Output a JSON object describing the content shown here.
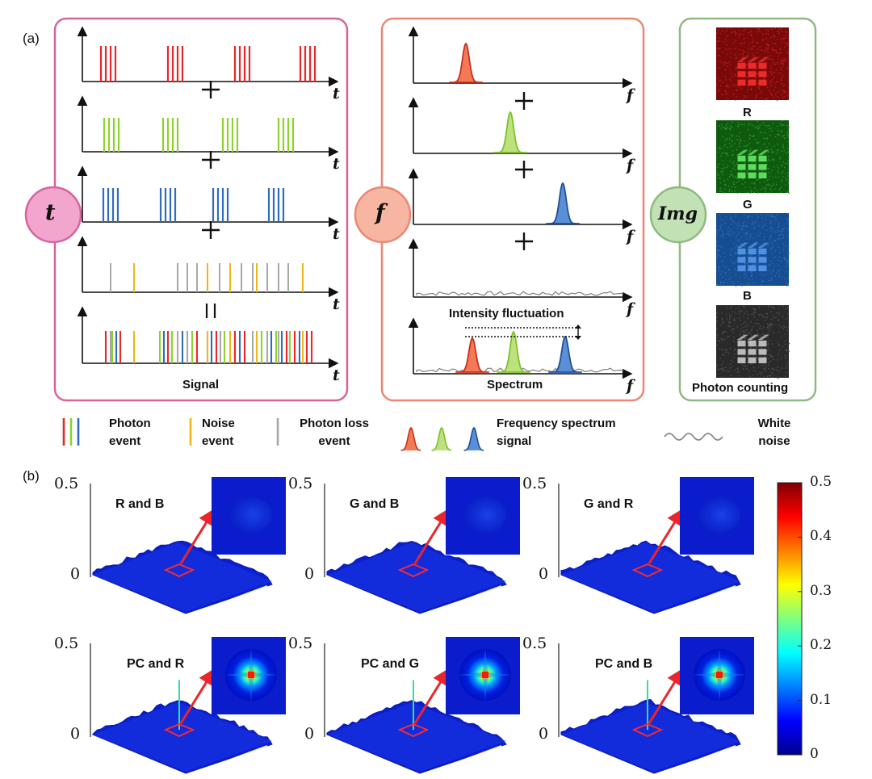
{
  "panel_labels": {
    "a": "(a)",
    "b": "(b)"
  },
  "domains": {
    "time": "t",
    "freq": "f",
    "img": "Img"
  },
  "axis_symbols": {
    "t": "t",
    "f": "f"
  },
  "operators": {
    "plus": "+",
    "equals": "||"
  },
  "time_panel": {
    "signal_label": "Signal"
  },
  "freq_panel": {
    "fluctuation_label": "Intensity fluctuation",
    "spectrum_label": "Spectrum"
  },
  "img_panel": {
    "labels": [
      "R",
      "G",
      "B",
      "Photon counting"
    ]
  },
  "legend": {
    "photon_event": "Photon event",
    "noise_event": "Noise event",
    "loss_event": "Photon loss event",
    "spectrum_signal": "Frequency spectrum signal",
    "white_noise": "White noise"
  },
  "colors": {
    "red": "#e8262b",
    "green": "#8fd130",
    "blue": "#2f6cc0",
    "yellow": "#f2b518",
    "gray": "#a8a8a8",
    "time_box": "#d6649e",
    "time_fill": "#f3a6cd",
    "freq_box": "#ea8775",
    "freq_fill": "#f7b6a2",
    "img_box": "#8dba7f",
    "img_fill": "#c2e2b6"
  },
  "chart_data": [
    {
      "type": "heatmap",
      "title": "R and B",
      "zlim": [
        0,
        0.5
      ],
      "z_ticks": [
        "0",
        "0.5"
      ],
      "peak": 0.03
    },
    {
      "type": "heatmap",
      "title": "G and B",
      "zlim": [
        0,
        0.5
      ],
      "z_ticks": [
        "0",
        "0.5"
      ],
      "peak": 0.03
    },
    {
      "type": "heatmap",
      "title": "G and R",
      "zlim": [
        0,
        0.5
      ],
      "z_ticks": [
        "0",
        "0.5"
      ],
      "peak": 0.03
    },
    {
      "type": "heatmap",
      "title": "PC and R",
      "zlim": [
        0,
        0.5
      ],
      "z_ticks": [
        "0",
        "0.5"
      ],
      "peak": 0.5
    },
    {
      "type": "heatmap",
      "title": "PC and G",
      "zlim": [
        0,
        0.5
      ],
      "z_ticks": [
        "0",
        "0.5"
      ],
      "peak": 0.5
    },
    {
      "type": "heatmap",
      "title": "PC and B",
      "zlim": [
        0,
        0.5
      ],
      "z_ticks": [
        "0",
        "0.5"
      ],
      "peak": 0.5
    }
  ],
  "colorbar": {
    "range": [
      0,
      0.5
    ],
    "ticks": [
      "0.5",
      "0.4",
      "0.3",
      "0.2",
      "0.1",
      "0"
    ]
  }
}
